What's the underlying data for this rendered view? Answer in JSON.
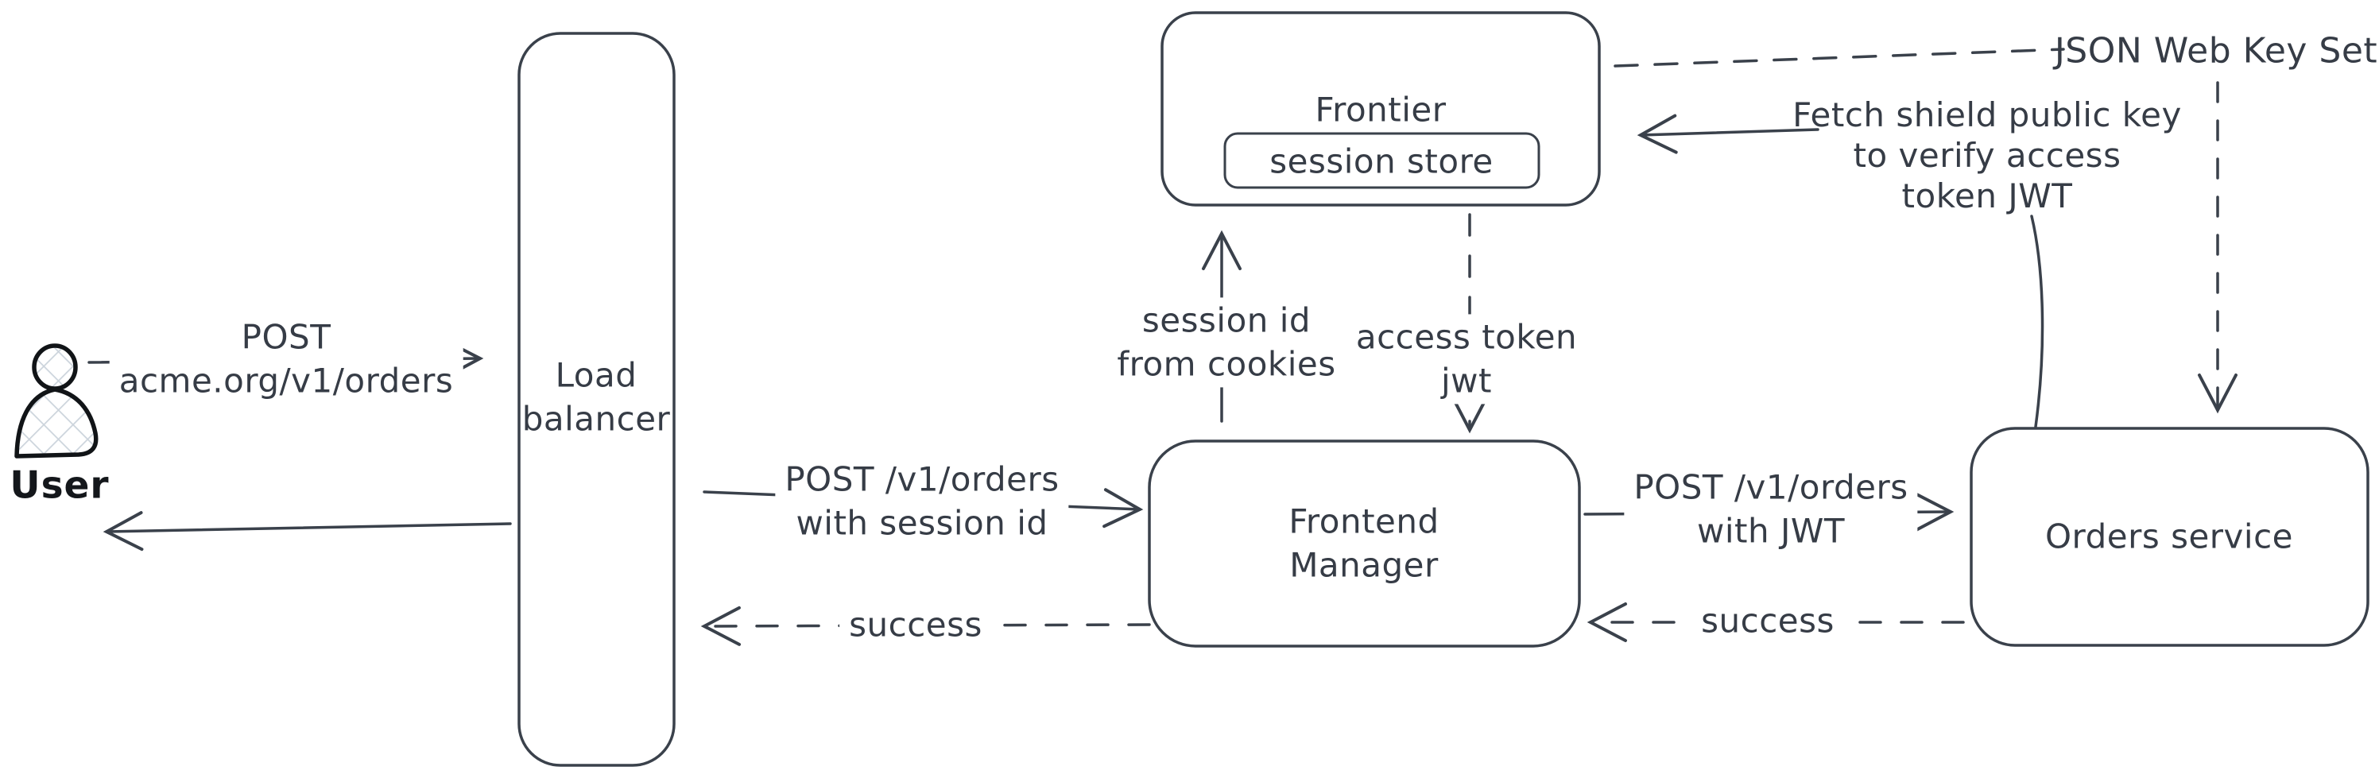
{
  "nodes": {
    "user": {
      "label": "User"
    },
    "load_balancer": {
      "line1": "Load",
      "line2": "balancer"
    },
    "frontier": {
      "label": "Frontier"
    },
    "session_store": {
      "label": "session store"
    },
    "frontend_manager": {
      "line1": "Frontend",
      "line2": "Manager"
    },
    "orders_service": {
      "label": "Orders service"
    }
  },
  "edges": {
    "user_request": {
      "line1": "POST",
      "line2": "acme.org/v1/orders"
    },
    "lb_request": {
      "line1": "POST /v1/orders",
      "line2": "with session id"
    },
    "lb_response": {
      "label": "success"
    },
    "session_lookup": {
      "line1": "session id",
      "line2": "from cookies"
    },
    "access_token": {
      "line1": "access token",
      "line2": "jwt"
    },
    "orders_request": {
      "line1": "POST /v1/orders",
      "line2": "with JWT"
    },
    "orders_response": {
      "label": "success"
    },
    "jwks": {
      "label": "JSON Web Key Set"
    },
    "fetch_key": {
      "line1": "Fetch shield public key",
      "line2": "to verify access",
      "line3": "token JWT"
    }
  },
  "colors": {
    "stroke": "#3a414b",
    "text": "#363c46",
    "user_stroke": "#111417",
    "hatch_fill": "#ccd4dc",
    "background": "#ffffff"
  }
}
